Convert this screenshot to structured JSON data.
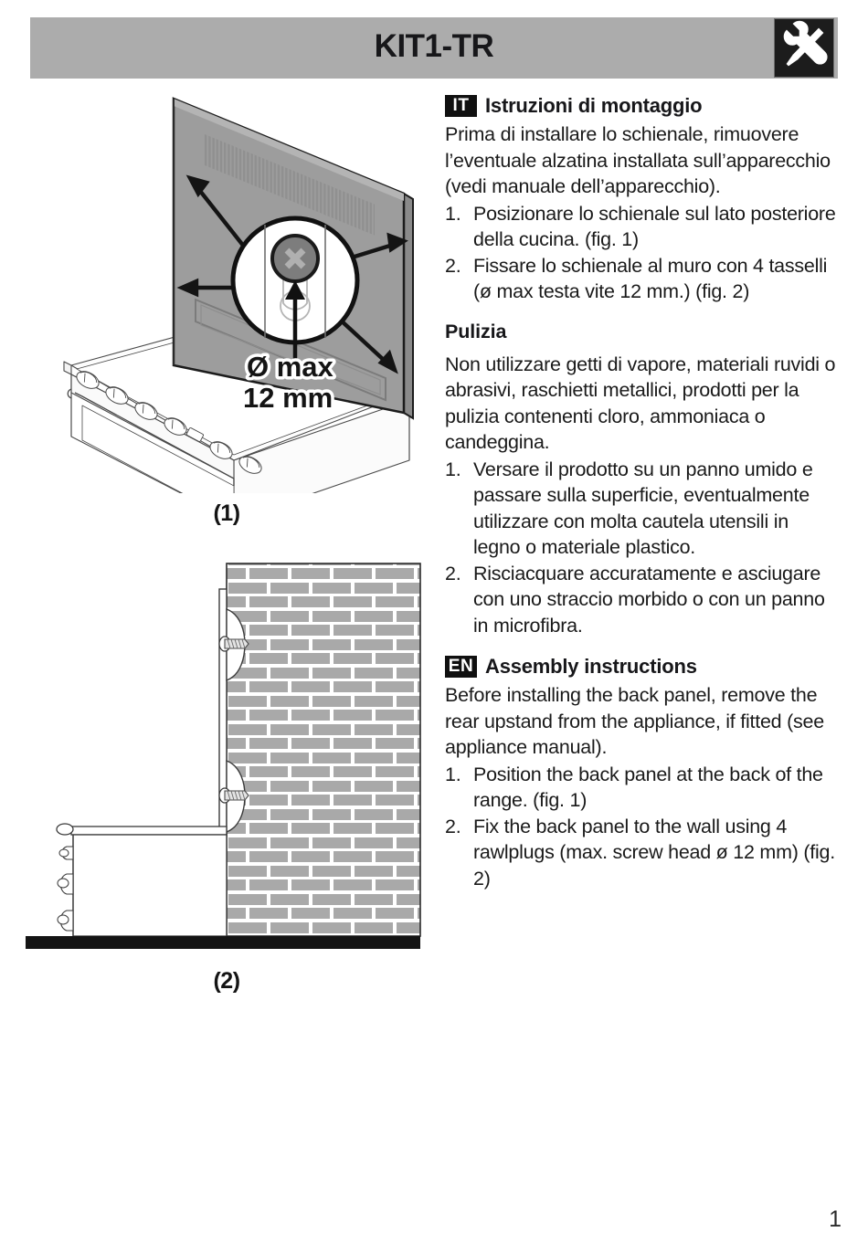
{
  "header": {
    "title": "KIT1-TR",
    "tools_icon": "tools-wrench-screwdriver-icon"
  },
  "sections": [
    {
      "badge": "IT",
      "title": "Istruzioni di montaggio",
      "intro": "Prima di installare lo schienale, rimuovere l’eventuale alzatina installata sull’apparecchio (vedi manuale dell’apparecchio).",
      "steps": [
        {
          "num": "1.",
          "text": "Posizionare lo schienale sul lato posteriore della cucina. (fig. 1)"
        },
        {
          "num": "2.",
          "text": "Fissare lo schienale al muro con 4 tasselli (ø max testa vite 12 mm.) (fig. 2)"
        }
      ],
      "sub_heading": "Pulizia",
      "sub_intro": "Non utilizzare getti di vapore, materiali ruvidi o abrasivi, raschietti metallici, prodotti per la pulizia contenenti cloro, ammoniaca o candeggina.",
      "sub_steps": [
        {
          "num": "1.",
          "text": "Versare il prodotto su un panno umido e passare sulla superficie, eventualmente utilizzare con molta cautela utensili in legno o materiale plastico."
        },
        {
          "num": "2.",
          "text": "Risciacquare accuratamente e asciugare con uno straccio morbido o con un panno in microfibra."
        }
      ]
    },
    {
      "badge": "EN",
      "title": "Assembly instructions",
      "intro": "Before installing the back panel, remove the rear upstand from the appliance, if fitted (see appliance manual).",
      "steps": [
        {
          "num": "1.",
          "text": "Position the back panel at the back of the range. (fig. 1)"
        },
        {
          "num": "2.",
          "text": "Fix the back panel to the wall using 4 rawlplugs (max. screw head ø 12 mm) (fig. 2)"
        }
      ]
    }
  ],
  "figures": {
    "fig1": {
      "caption": "(1)",
      "callout_line1": "Ø max",
      "callout_line2": "12 mm",
      "description": "back-panel-on-range-diagram"
    },
    "fig2": {
      "caption": "(2)",
      "description": "wall-mount-cross-section-diagram"
    }
  },
  "page_number": "1",
  "colors": {
    "header_bar": "#acacac",
    "badge": "#101010",
    "panel_gray": "#9b9b9b",
    "brick_gray": "#a8a8a8",
    "text": "#1a1a1a"
  }
}
